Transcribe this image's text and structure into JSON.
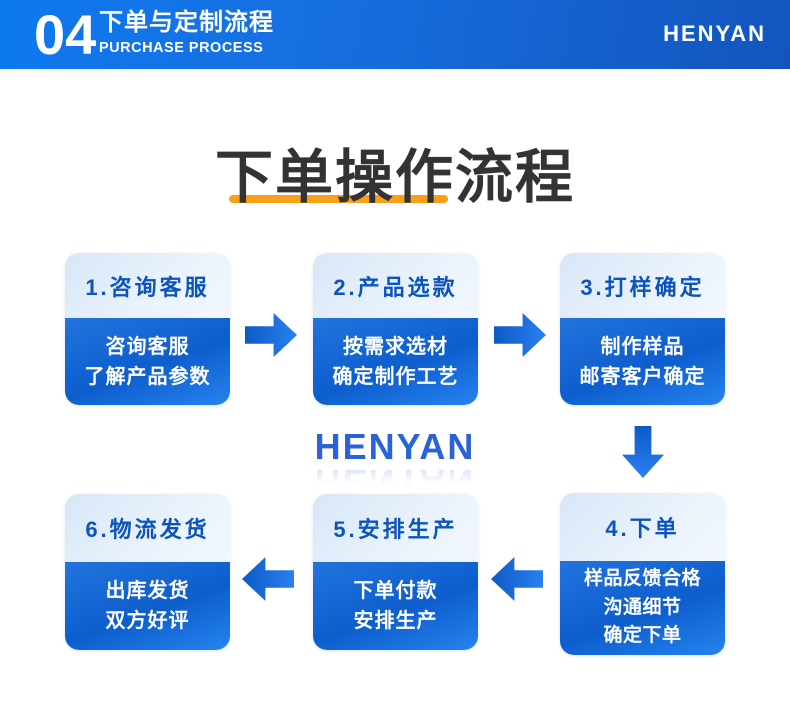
{
  "header": {
    "section_number": "04",
    "title": "下单与定制流程",
    "subtitle": "PURCHASE PROCESS",
    "brand": "HENYAN"
  },
  "main": {
    "title": "下单操作流程",
    "watermark": "HENYAN"
  },
  "steps": [
    {
      "label": "1.咨询客服",
      "lines": [
        "咨询客服",
        "了解产品参数"
      ]
    },
    {
      "label": "2.产品选款",
      "lines": [
        "按需求选材",
        "确定制作工艺"
      ]
    },
    {
      "label": "3.打样确定",
      "lines": [
        "制作样品",
        "邮寄客户确定"
      ]
    },
    {
      "label": "4.下单",
      "lines": [
        "样品反馈合格",
        "沟通细节",
        "确定下单"
      ]
    },
    {
      "label": "5.安排生产",
      "lines": [
        "下单付款",
        "安排生产"
      ]
    },
    {
      "label": "6.物流发货",
      "lines": [
        "出库发货",
        "双方好评"
      ]
    }
  ],
  "icons": {
    "flow_arrows": [
      "arrow-right-icon",
      "arrow-right-icon",
      "arrow-down-icon",
      "arrow-left-icon",
      "arrow-left-icon"
    ]
  },
  "colors": {
    "header_gradient_left": "#0e79ee",
    "header_gradient_right": "#1355bd",
    "accent_underline": "#f9a01b",
    "page_title_text": "#333333",
    "card_header_bg_start": "#d7e6f7",
    "card_header_bg_end": "#f2f7fd",
    "card_header_text": "#0b54bc",
    "card_body_blue_dark": "#0d5ecd",
    "card_body_blue_bright": "#2583ef",
    "arrow_blue_dark": "#0d5ac6",
    "arrow_blue_bright": "#2a80f0",
    "watermark_blue": "#2a63d8"
  }
}
